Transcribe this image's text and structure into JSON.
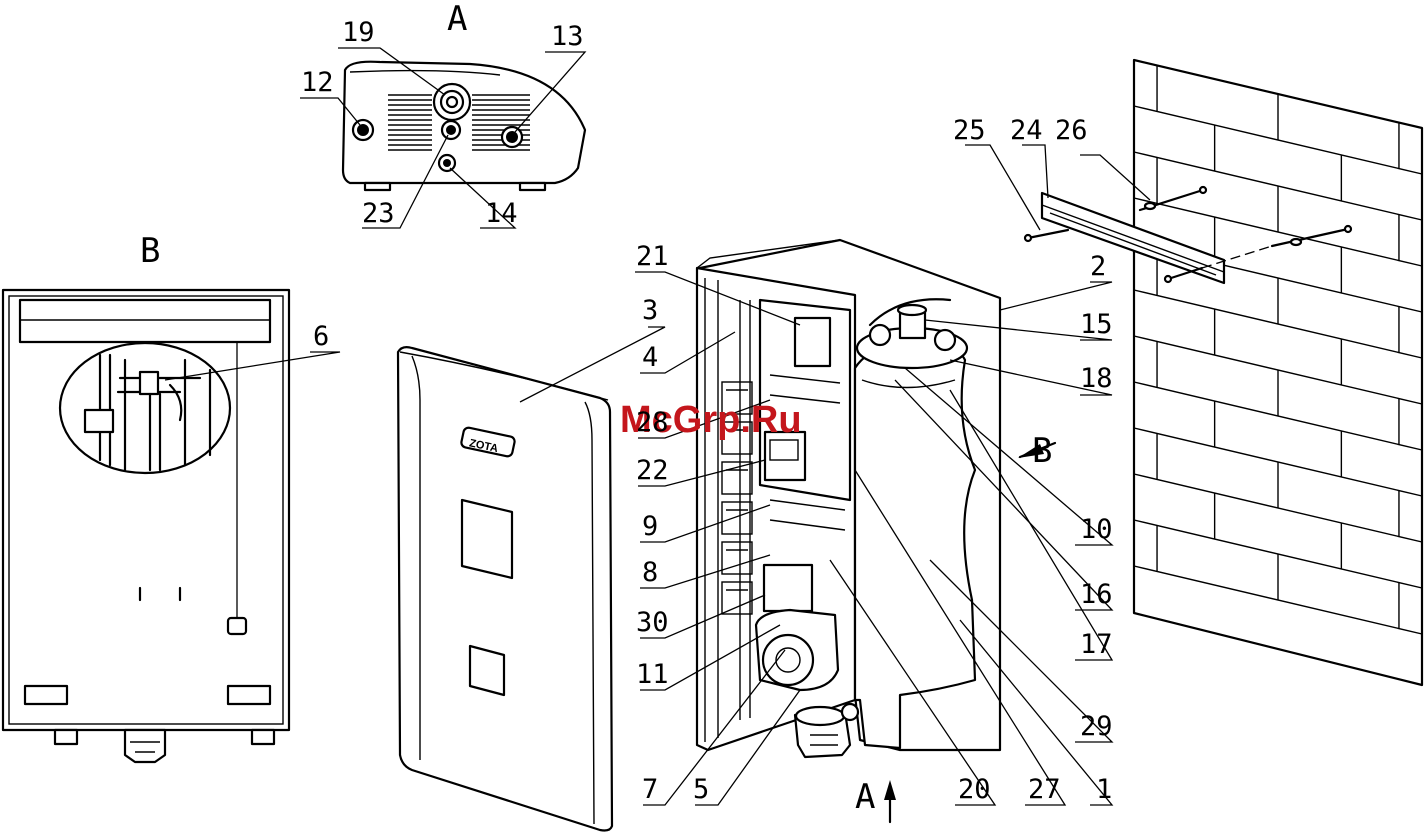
{
  "views": {
    "a": "A",
    "b": "B"
  },
  "watermark": "McGrp.Ru",
  "brand": "ZOTA",
  "labels": {
    "n1": "1",
    "n2": "2",
    "n3": "3",
    "n4": "4",
    "n5": "5",
    "n6": "6",
    "n7": "7",
    "n8": "8",
    "n9": "9",
    "n10": "10",
    "n11": "11",
    "n12": "12",
    "n13": "13",
    "n14": "14",
    "n15": "15",
    "n16": "16",
    "n17": "17",
    "n18": "18",
    "n19": "19",
    "n20": "20",
    "n21": "21",
    "n22": "22",
    "n23": "23",
    "n24": "24",
    "n25": "25",
    "n26": "26",
    "n27": "27",
    "n28": "28",
    "n29": "29",
    "n30": "30"
  }
}
